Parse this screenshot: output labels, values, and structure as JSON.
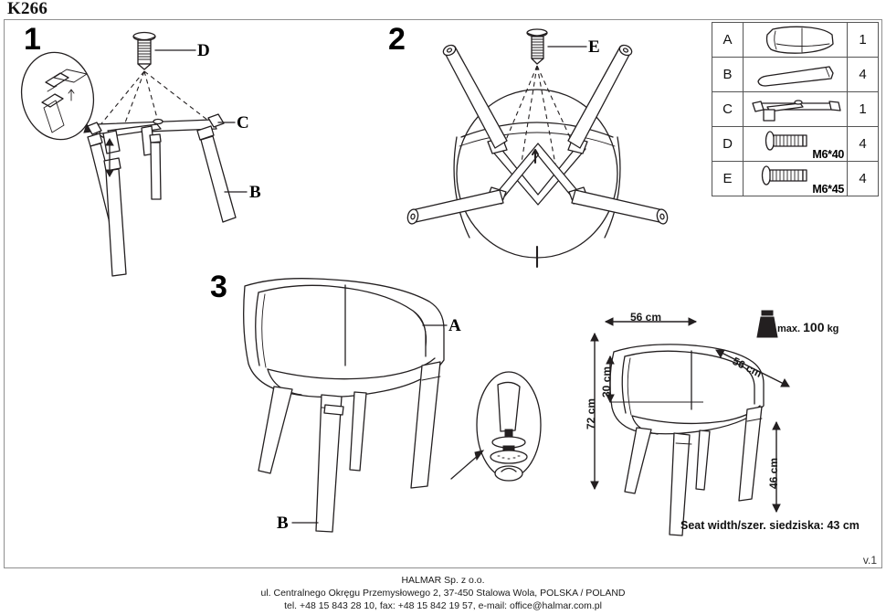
{
  "document": {
    "model_code": "K266",
    "version": "v.1"
  },
  "steps": [
    {
      "number": "1",
      "callouts": [
        {
          "label": "D",
          "part": "screw-m6-40"
        },
        {
          "label": "C",
          "part": "metal-frame"
        },
        {
          "label": "B",
          "part": "leg"
        }
      ]
    },
    {
      "number": "2",
      "callouts": [
        {
          "label": "E",
          "part": "screw-m6-45"
        }
      ]
    },
    {
      "number": "3",
      "callouts": [
        {
          "label": "A",
          "part": "seat-shell"
        },
        {
          "label": "B",
          "part": "leg"
        }
      ]
    }
  ],
  "parts_table": {
    "rows": [
      {
        "letter": "A",
        "icon": "seat-shell-icon",
        "spec": "",
        "qty": "1"
      },
      {
        "letter": "B",
        "icon": "leg-icon",
        "spec": "",
        "qty": "4"
      },
      {
        "letter": "C",
        "icon": "metal-frame-icon",
        "spec": "",
        "qty": "1"
      },
      {
        "letter": "D",
        "icon": "screw-icon",
        "spec": "M6*40",
        "qty": "4"
      },
      {
        "letter": "E",
        "icon": "screw-icon",
        "spec": "M6*45",
        "qty": "4"
      }
    ]
  },
  "dimensions": {
    "width": "56 cm",
    "depth": "56 cm",
    "total_height": "72 cm",
    "backrest_height": "30 cm",
    "seat_height": "46 cm",
    "seat_width_note": "Seat width/szer. siedziska: 43 cm",
    "max_load_prefix": "max.",
    "max_load_value": "100",
    "max_load_unit": "kg"
  },
  "footer": {
    "company": "HALMAR Sp. z o.o.",
    "address": "ul. Centralnego Okręgu Przemysłowego 2, 37-450 Stalowa Wola, POLSKA / POLAND",
    "contact": "tel. +48 15 843 28 10, fax: +48 15 842 19 57, e-mail: office@halmar.com.pl"
  }
}
